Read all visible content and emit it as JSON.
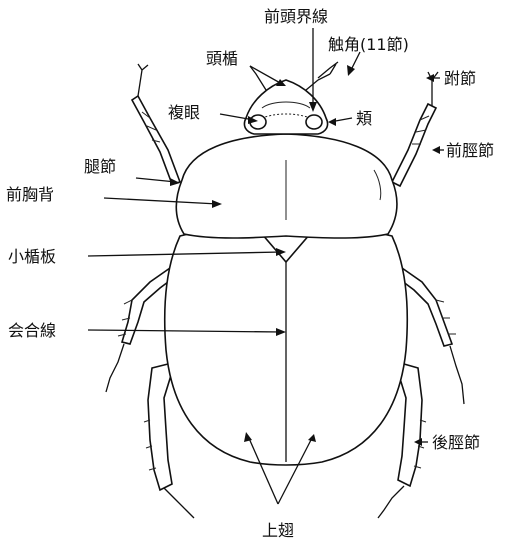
{
  "diagram": {
    "labels": {
      "frontal_suture": "前頭界線",
      "antenna": "触角(11節)",
      "clypeus": "頭楯",
      "tarsus": "跗節",
      "compound_eye": "複眼",
      "gena": "頬",
      "fore_tibia": "前脛節",
      "femur": "腿節",
      "pronotum": "前胸背",
      "scutellum": "小楯板",
      "elytral_suture": "会合線",
      "hind_tibia": "後脛節",
      "elytra": "上翅"
    },
    "colors": {
      "ink": "#111111",
      "background": "#ffffff"
    }
  }
}
